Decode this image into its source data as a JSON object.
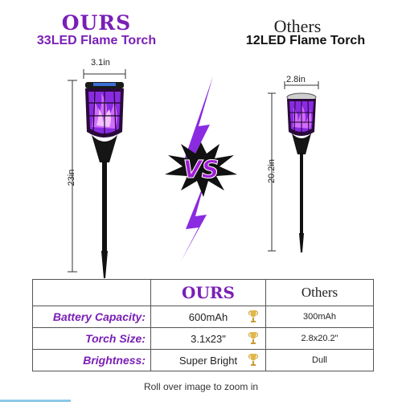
{
  "left": {
    "brand": "OURS",
    "title": "33LED Flame Torch",
    "width_label": "3.1in",
    "height_label": "23in"
  },
  "right": {
    "brand": "Others",
    "title": "12LED Flame Torch",
    "width_label": "2.8in",
    "height_label": "20.2in"
  },
  "vs": {
    "text": "VS",
    "colors": {
      "lightning": "#8a2be2",
      "burst": "#111111",
      "text": "#a21cd6"
    }
  },
  "table": {
    "header": {
      "label": "",
      "ours": "OURS",
      "others": "Others"
    },
    "rows": [
      {
        "label": "Battery Capacity:",
        "ours": "600mAh",
        "others": "300mAh",
        "icon": "trophy-icon"
      },
      {
        "label": "Torch Size:",
        "ours": "3.1x23\"",
        "others": "2.8x20.2\"",
        "icon": "trophy-icon"
      },
      {
        "label": "Brightness:",
        "ours": "Super Bright",
        "others": "Dull",
        "icon": "trophy-icon"
      }
    ]
  },
  "footer": {
    "zoom_hint": "Roll over image to zoom in"
  },
  "colors": {
    "accent": "#7a1fb5",
    "flame": "#b22cff",
    "trophy": "#e0b84a"
  }
}
